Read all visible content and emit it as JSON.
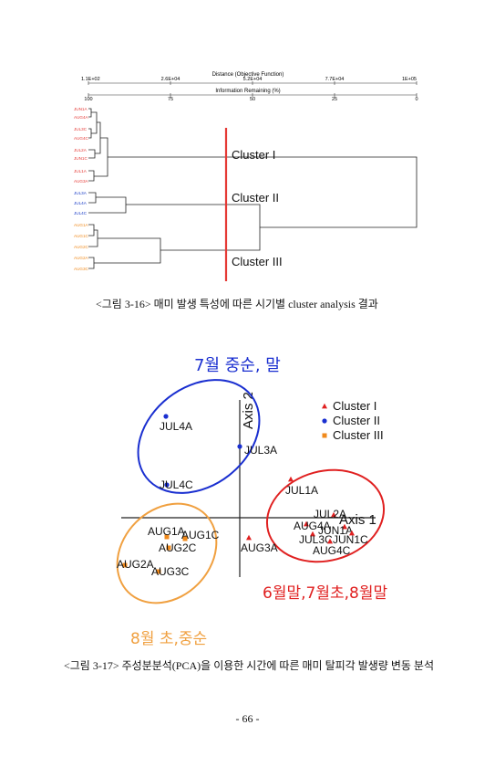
{
  "dendrogram": {
    "distance_title": "Distance (Objective Function)",
    "distance_ticks": [
      "1.1E+02",
      "2.6E+04",
      "5.2E+04",
      "7.7E+04",
      "1E+05"
    ],
    "info_title": "Information Remaining (%)",
    "info_ticks": [
      "100",
      "75",
      "50",
      "25",
      "0"
    ],
    "leaves": [
      {
        "label": "JUN1A",
        "color": "#e53935"
      },
      {
        "label": "AUG4A",
        "color": "#e53935"
      },
      {
        "label": "JUL3C",
        "color": "#e53935"
      },
      {
        "label": "AUG4C",
        "color": "#e53935"
      },
      {
        "label": "JUL2A",
        "color": "#e53935"
      },
      {
        "label": "JUN1C",
        "color": "#e53935"
      },
      {
        "label": "JUL1A",
        "color": "#e53935"
      },
      {
        "label": "AUG3A",
        "color": "#e53935"
      },
      {
        "label": "JUL3A",
        "color": "#1e40c8"
      },
      {
        "label": "JUL4A",
        "color": "#1e40c8"
      },
      {
        "label": "JUL4C",
        "color": "#1e40c8"
      },
      {
        "label": "AUG1A",
        "color": "#f08a1c"
      },
      {
        "label": "AUG1C",
        "color": "#f08a1c"
      },
      {
        "label": "AUG2C",
        "color": "#f08a1c"
      },
      {
        "label": "AUG2A",
        "color": "#f08a1c"
      },
      {
        "label": "AUG3C",
        "color": "#f08a1c"
      }
    ],
    "cluster_labels": [
      "Cluster I",
      "Cluster II",
      "Cluster III"
    ],
    "cut_line_color": "#e53935"
  },
  "caption1": "<그림 3-16>  매미 발생 특성에 따른 시기별 cluster analysis 결과",
  "pca": {
    "axis1": "Axis 1",
    "axis2": "Axis 2",
    "legend": [
      {
        "label": "Cluster I",
        "color": "#e02020",
        "symbol": "triangle"
      },
      {
        "label": "Cluster II",
        "color": "#1a2fd0",
        "symbol": "circle"
      },
      {
        "label": "Cluster III",
        "color": "#f08a1c",
        "symbol": "square"
      }
    ],
    "group_labels": {
      "blue": "7월 중순, 말",
      "red": "6월말,7월초,8월말",
      "orange": "8월 초,중순"
    },
    "group_colors": {
      "blue": "#1a2fd0",
      "red": "#e02020",
      "orange": "#f0a040"
    },
    "points": [
      {
        "label": "JUL4A",
        "cluster": "II"
      },
      {
        "label": "JUL3A",
        "cluster": "II"
      },
      {
        "label": "JUL4C",
        "cluster": "II"
      },
      {
        "label": "JUL1A",
        "cluster": "I"
      },
      {
        "label": "JUL2A",
        "cluster": "I"
      },
      {
        "label": "AUG4A",
        "cluster": "I"
      },
      {
        "label": "JUN1A",
        "cluster": "I"
      },
      {
        "label": "JUL3C",
        "cluster": "I"
      },
      {
        "label": "JUN1C",
        "cluster": "I"
      },
      {
        "label": "AUG4C",
        "cluster": "I"
      },
      {
        "label": "AUG3A",
        "cluster": "I"
      },
      {
        "label": "AUG1A",
        "cluster": "III"
      },
      {
        "label": "AUG1C",
        "cluster": "III"
      },
      {
        "label": "AUG2C",
        "cluster": "III"
      },
      {
        "label": "AUG2A",
        "cluster": "III"
      },
      {
        "label": "AUG3C",
        "cluster": "III"
      }
    ]
  },
  "caption2": "<그림 3-17> 주성분분석(PCA)을 이용한 시간에 따른 매미 탈피각 발생량 변동 분석",
  "page_number": "- 66 -"
}
